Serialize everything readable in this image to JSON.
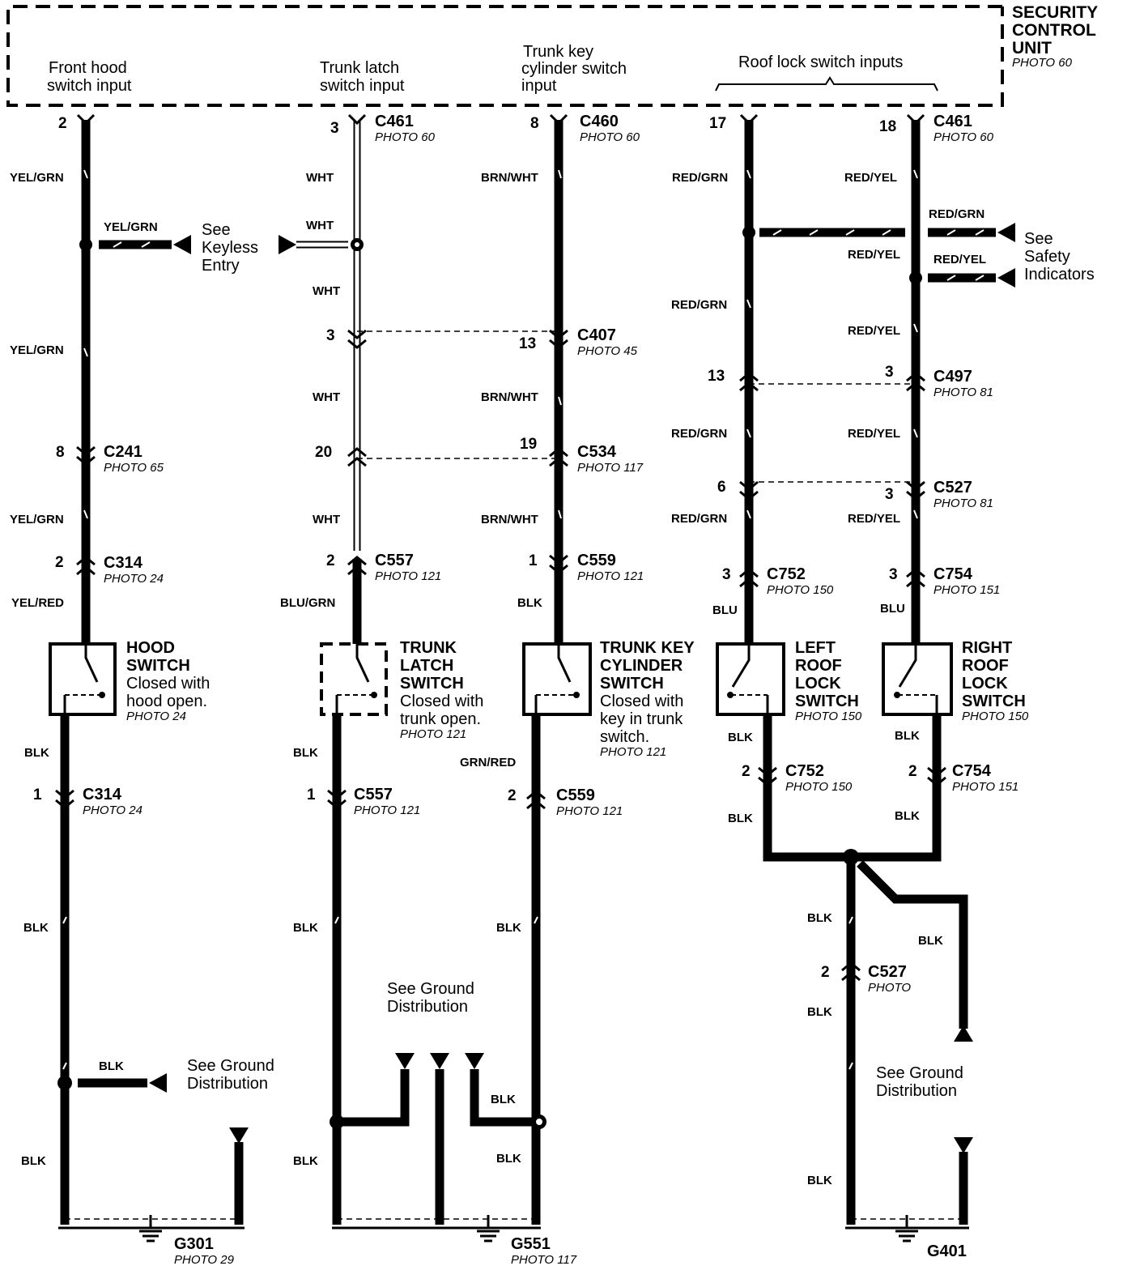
{
  "unit": {
    "lines": [
      "SECURITY",
      "CONTROL",
      "UNIT"
    ],
    "photo": "PHOTO 60"
  },
  "inputs": {
    "hood": [
      "Front hood",
      "switch input"
    ],
    "trunk_latch": [
      "Trunk latch",
      "switch input"
    ],
    "trunk_key": [
      "Trunk key",
      "cylinder switch",
      "input"
    ],
    "roof": "Roof lock switch inputs"
  },
  "pins": {
    "p2": "2",
    "p3": "3",
    "p8": "8",
    "p17": "17",
    "p18": "18",
    "c407a": "3",
    "c407b": "13",
    "c241": "8",
    "c534a": "20",
    "c534b": "19",
    "c497a": "13",
    "c497b": "3",
    "c527a": "6",
    "c527b": "3",
    "c314": "2",
    "c557": "2",
    "c559": "1",
    "c752": "3",
    "c754": "3",
    "c314b": "1",
    "c557b": "1",
    "c559b": "2",
    "c752b": "2",
    "c754b": "2",
    "c527c": "2"
  },
  "connectors": {
    "c461a": {
      "name": "C461",
      "photo": "PHOTO 60"
    },
    "c460": {
      "name": "C460",
      "photo": "PHOTO 60"
    },
    "c461b": {
      "name": "C461",
      "photo": "PHOTO 60"
    },
    "c407": {
      "name": "C407",
      "photo": "PHOTO 45"
    },
    "c241": {
      "name": "C241",
      "photo": "PHOTO 65"
    },
    "c534": {
      "name": "C534",
      "photo": "PHOTO 117"
    },
    "c497": {
      "name": "C497",
      "photo": "PHOTO 81"
    },
    "c527": {
      "name": "C527",
      "photo": "PHOTO 81"
    },
    "c314": {
      "name": "C314",
      "photo": "PHOTO 24"
    },
    "c557": {
      "name": "C557",
      "photo": "PHOTO 121"
    },
    "c559": {
      "name": "C559",
      "photo": "PHOTO 121"
    },
    "c752": {
      "name": "C752",
      "photo": "PHOTO 150"
    },
    "c754": {
      "name": "C754",
      "photo": "PHOTO 151"
    },
    "c314b": {
      "name": "C314",
      "photo": "PHOTO 24"
    },
    "c557b": {
      "name": "C557",
      "photo": "PHOTO 121"
    },
    "c559b": {
      "name": "C559",
      "photo": "PHOTO 121"
    },
    "c752b": {
      "name": "C752",
      "photo": "PHOTO 150"
    },
    "c754b": {
      "name": "C754",
      "photo": "PHOTO 151"
    },
    "c527b": {
      "name": "C527",
      "photo": "PHOTO"
    }
  },
  "wires": {
    "yel_grn": "YEL/GRN",
    "yel_red": "YEL/RED",
    "wht": "WHT",
    "blu_grn": "BLU/GRN",
    "brn_wht": "BRN/WHT",
    "blk": "BLK",
    "grn_red": "GRN/RED",
    "red_grn": "RED/GRN",
    "red_yel": "RED/YEL",
    "blu": "BLU"
  },
  "refs": {
    "keyless": [
      "See",
      "Keyless",
      "Entry"
    ],
    "safety": [
      "See",
      "Safety",
      "Indicators"
    ],
    "ground": [
      "See Ground",
      "Distribution"
    ]
  },
  "switches": {
    "hood": {
      "title": [
        "HOOD",
        "SWITCH"
      ],
      "desc": [
        "Closed with",
        "hood open."
      ],
      "photo": "PHOTO 24"
    },
    "trunk_latch": {
      "title": [
        "TRUNK",
        "LATCH",
        "SWITCH"
      ],
      "desc": [
        "Closed with",
        "trunk open."
      ],
      "photo": "PHOTO 121"
    },
    "trunk_key": {
      "title": [
        "TRUNK KEY",
        "CYLINDER",
        "SWITCH"
      ],
      "desc": [
        "Closed with",
        "key in trunk",
        "switch."
      ],
      "photo": "PHOTO 121"
    },
    "left_roof": {
      "title": [
        "LEFT",
        "ROOF",
        "LOCK",
        "SWITCH"
      ],
      "photo": "PHOTO 150"
    },
    "right_roof": {
      "title": [
        "RIGHT",
        "ROOF",
        "LOCK",
        "SWITCH"
      ],
      "photo": "PHOTO 150"
    }
  },
  "grounds": {
    "g301": {
      "name": "G301",
      "photo": "PHOTO 29"
    },
    "g551": {
      "name": "G551",
      "photo": "PHOTO 117"
    },
    "g401": {
      "name": "G401"
    }
  }
}
